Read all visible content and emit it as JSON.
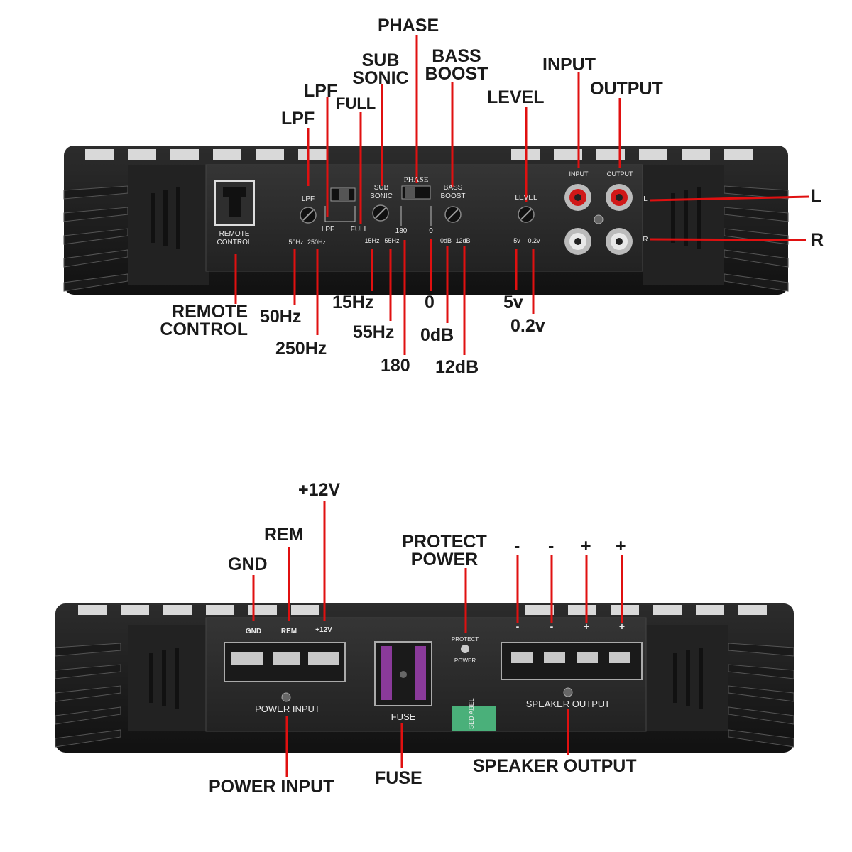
{
  "top_panel": {
    "callouts": {
      "phase": "PHASE",
      "sub_sonic_1": "SUB",
      "sub_sonic_2": "SONIC",
      "bass_boost_1": "BASS",
      "bass_boost_2": "BOOST",
      "input": "INPUT",
      "output": "OUTPUT",
      "lpf_upper": "LPF",
      "full": "FULL",
      "level": "LEVEL",
      "lpf_lower": "LPF",
      "left": "L",
      "right": "R",
      "remote_1": "REMOTE",
      "remote_2": "CONTROL",
      "hz50": "50Hz",
      "hz250": "250Hz",
      "hz15": "15Hz",
      "hz55": "55Hz",
      "deg180": "180",
      "zero": "0",
      "db0": "0dB",
      "db12": "12dB",
      "v5": "5v",
      "v02": "0.2v"
    },
    "device_labels": {
      "remote_1": "REMOTE",
      "remote_2": "CONTROL",
      "lpf": "LPF",
      "lpf_switch": "LPF",
      "full_switch": "FULL",
      "hz50": "50Hz",
      "hz250": "250Hz",
      "sub": "SUB",
      "sonic": "SONIC",
      "hz15": "15Hz",
      "hz55": "55Hz",
      "phase": "PHASE",
      "deg180": "180",
      "zero": "0",
      "bass": "BASS",
      "boost": "BOOST",
      "db0": "0dB",
      "db12": "12dB",
      "level": "LEVEL",
      "v5": "5v",
      "v02": "0.2v",
      "input": "INPUT",
      "output": "OUTPUT",
      "l": "L",
      "r": "R"
    }
  },
  "bottom_panel": {
    "callouts": {
      "plus12v": "+12V",
      "rem": "REM",
      "gnd": "GND",
      "protect": "PROTECT",
      "power": "POWER",
      "minus1": "-",
      "minus2": "-",
      "plus1": "+",
      "plus2": "+",
      "power_input": "POWER INPUT",
      "fuse": "FUSE",
      "speaker_output": "SPEAKER OUTPUT"
    },
    "device_labels": {
      "gnd": "GND",
      "rem": "REM",
      "plus12v": "+12V",
      "power_input": "POWER INPUT",
      "fuse": "FUSE",
      "protect": "PROTECT",
      "power": "POWER",
      "minus1": "-",
      "minus2": "-",
      "plus1": "+",
      "plus2": "+",
      "speaker_output": "SPEAKER OUTPUT",
      "sticker": "SED ABEL"
    }
  },
  "colors": {
    "leader": "#e01010",
    "amp_body": "#1c1c1c",
    "panel": "#2a2a2a",
    "rca_red": "#d01818",
    "rca_white": "#e8e8e8",
    "fuse": "#8a3a9a"
  }
}
